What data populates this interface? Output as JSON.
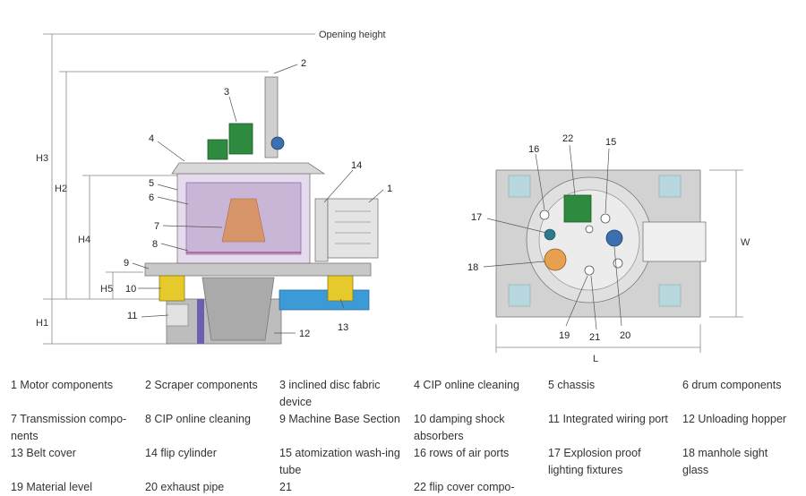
{
  "side_view": {
    "opening_height": "Opening height",
    "dims": {
      "h3": "H3",
      "h2": "H2",
      "h4": "H4",
      "h5": "H5",
      "h1": "H1"
    },
    "callouts": [
      "1",
      "2",
      "3",
      "4",
      "5",
      "6",
      "7",
      "8",
      "9",
      "10",
      "11",
      "12",
      "13",
      "14"
    ]
  },
  "top_view": {
    "callouts": [
      "15",
      "16",
      "17",
      "18",
      "19",
      "20",
      "21",
      "22"
    ],
    "width_label": "W",
    "length_label": "L"
  },
  "legend": [
    "1 Motor components",
    "2 Scraper components",
    "3 inclined disc fabric device",
    "4 CIP online cleaning",
    "5 chassis",
    "6 drum components",
    "7 Transmission compo-nents",
    "8 CIP online cleaning",
    "9 Machine Base Section",
    "10 damping shock absorbers",
    "11 Integrated wiring port",
    "12 Unloading hopper",
    "13 Belt cover",
    "14 flip cylinder",
    "15 atomization wash-ing tube",
    "16 rows of air ports",
    "17 Explosion proof lighting fixtures",
    "18 manhole sight glass",
    "19 Material level",
    "20 exhaust pipe",
    "21",
    "22 flip cover compo-"
  ],
  "colors": {
    "motor": "#2e8a3e",
    "damper": "#e6c92b",
    "belt": "#3c9ad6",
    "drum": "#c9b6d6"
  }
}
